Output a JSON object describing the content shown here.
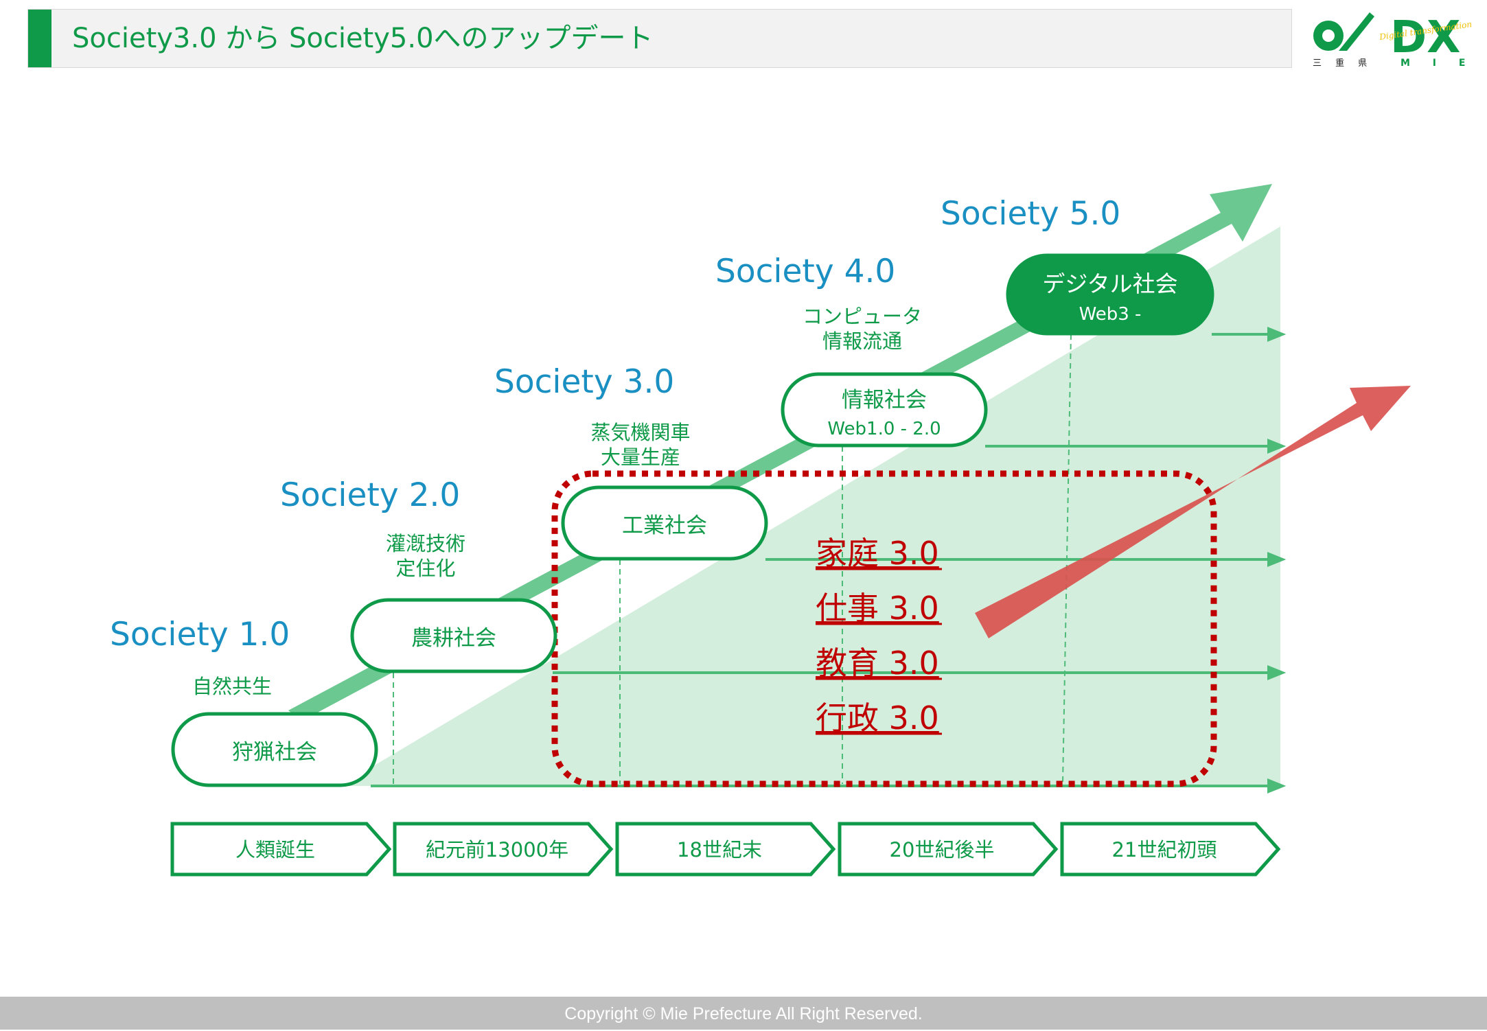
{
  "header": {
    "title": "Society3.0 から Society5.0へのアップデート"
  },
  "logos": {
    "pref_caption": "三 重 県",
    "dx_text": "DX",
    "dx_script": "Digital transformation",
    "dx_caption": "M I E"
  },
  "societies": [
    {
      "title": "Society 1.0",
      "tech": [
        "自然共生"
      ],
      "box_title": "狩猟社会",
      "box_sub": ""
    },
    {
      "title": "Society 2.0",
      "tech": [
        "灌漑技術",
        "定住化"
      ],
      "box_title": "農耕社会",
      "box_sub": ""
    },
    {
      "title": "Society 3.0",
      "tech": [
        "蒸気機関車",
        "大量生産"
      ],
      "box_title": "工業社会",
      "box_sub": ""
    },
    {
      "title": "Society 4.0",
      "tech": [
        "コンピュータ",
        "情報流通"
      ],
      "box_title": "情報社会",
      "box_sub": "Web1.0 - 2.0"
    },
    {
      "title": "Society 5.0",
      "tech": [],
      "box_title": "デジタル社会",
      "box_sub": "Web3 -"
    }
  ],
  "updates": [
    "家庭 3.0",
    "仕事 3.0",
    "教育 3.0",
    "行政 3.0"
  ],
  "timeline": [
    "人類誕生",
    "紀元前13000年",
    "18世紀末",
    "20世紀後半",
    "21世紀初頭"
  ],
  "colors": {
    "green": "#0e9a48",
    "light_green": "#d4eedd",
    "arrow_green": "#6ac890",
    "society_blue": "#1a8fc2",
    "red": "#c00000",
    "red_arrow": "#d9534f"
  },
  "footer": {
    "copyright": "Copyright © Mie Prefecture All Right Reserved."
  }
}
